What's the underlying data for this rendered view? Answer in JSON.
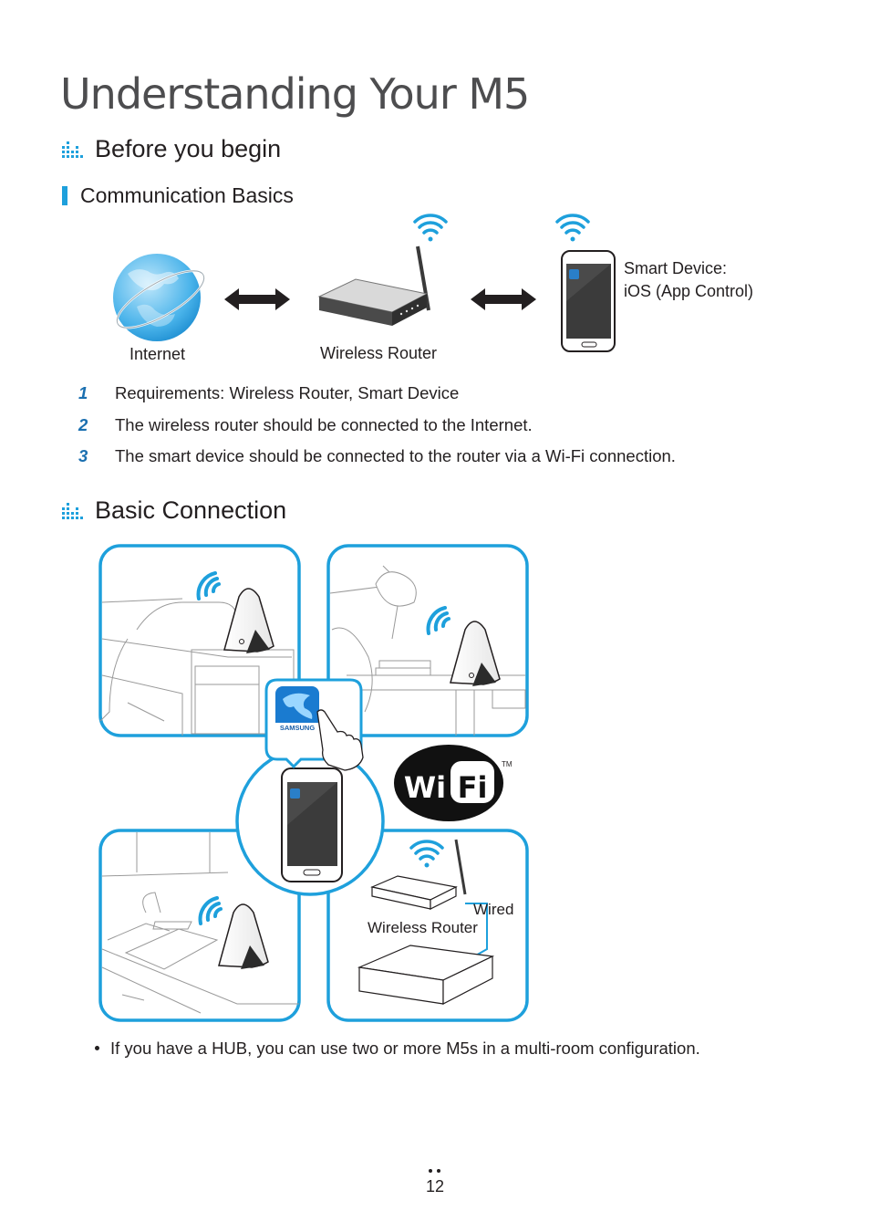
{
  "title": "Understanding Your M5",
  "section1": {
    "heading": "Before you begin",
    "subheading": "Communication Basics",
    "diagram": {
      "internet_label": "Internet",
      "router_label": "Wireless Router",
      "device_label_line1": "Smart Device:",
      "device_label_line2": "iOS (App Control)"
    },
    "steps": [
      {
        "num": "1",
        "text": "Requirements: Wireless Router, Smart Device"
      },
      {
        "num": "2",
        "text": "The wireless router should be connected to the Internet."
      },
      {
        "num": "3",
        "text": "The smart device should be connected to the router via a Wi-Fi connection."
      }
    ]
  },
  "section2": {
    "heading": "Basic Connection",
    "illustration": {
      "wifi_logo": "Wi Fi",
      "tm": "TM",
      "app_brand": "SAMSUNG",
      "wired_label": "Wired",
      "router_label": "Wireless Router"
    },
    "note": "If you have a HUB, you can use two or more M5s in a multi-room configuration."
  },
  "page_number": "12",
  "colors": {
    "accent": "#1ea0dc",
    "number": "#1a6fb0",
    "title": "#4d4d4f"
  }
}
